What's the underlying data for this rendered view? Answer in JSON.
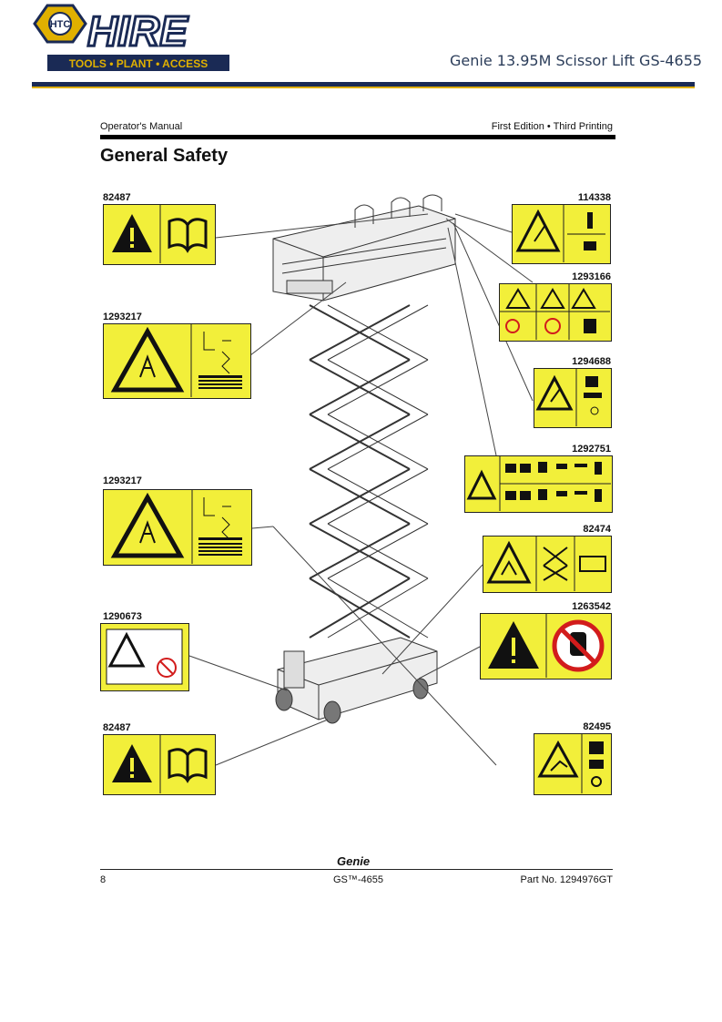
{
  "header": {
    "logo_badge": "HTC",
    "logo_word": "HIRE",
    "logo_tagline": "TOOLS • PLANT • ACCESS",
    "doc_title": "Genie 13.95M Scissor Lift GS-4655"
  },
  "manual": {
    "left": "Operator's Manual",
    "right": "First Edition • Third Printing",
    "section_title": "General Safety"
  },
  "decals": {
    "d1": "82487",
    "d2": "1293217",
    "d3": "1293217",
    "d4": "1290673",
    "d5": "82487",
    "d6": "114338",
    "d7": "1293166",
    "d8": "1294688",
    "d9": "1292751",
    "d10": "82474",
    "d11": "1263542",
    "d12": "82495"
  },
  "colors": {
    "decal_yellow": "#f2ef3a",
    "navy": "#1a2a55",
    "gold": "#e0b000",
    "stop_red": "#d21c1c"
  },
  "footer": {
    "brand": "Genie",
    "page": "8",
    "model": "GS™-4655",
    "part": "Part No. 1294976GT"
  }
}
